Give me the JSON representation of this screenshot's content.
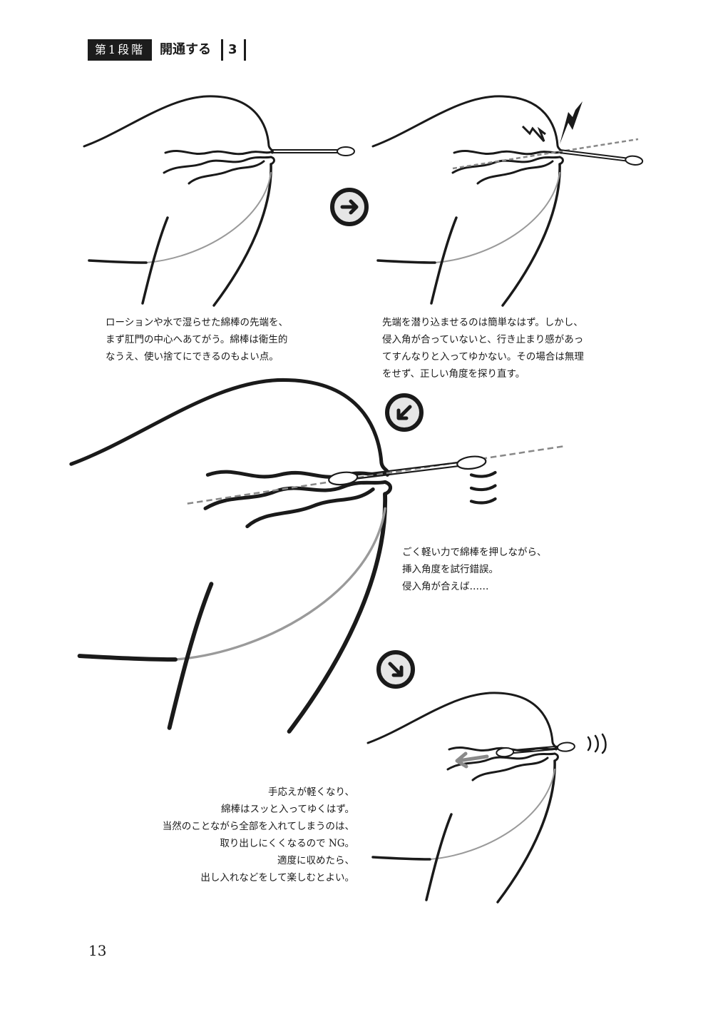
{
  "header": {
    "stage": "第1段階",
    "title": "開通する",
    "number": "3"
  },
  "captions": [
    {
      "lines": [
        "ローションや水で湿らせた綿棒の先端を、",
        "まず肛門の中心へあてがう。綿棒は衛生的",
        "なうえ、使い捨てにできるのもよい点。"
      ]
    },
    {
      "lines": [
        "先端を潜り込ませるのは簡単なはず。しかし、",
        "侵入角が合っていないと、行き止まり感があっ",
        "てすんなりと入ってゆかない。その場合は無理",
        "をせず、正しい角度を探り直す。"
      ]
    },
    {
      "lines": [
        "ごく軽い力で綿棒を押しながら、",
        "挿入角度を試行錯誤。",
        "侵入角が合えば……"
      ]
    },
    {
      "lines": [
        "手応えが軽くなり、",
        "綿棒はスッと入ってゆくはず。",
        "当然のことながら全部を入れてしまうのは、",
        "取り出しにくくなるので NG。",
        "適度に収めたら、",
        "出し入れなどをして楽しむとよい。"
      ]
    }
  ],
  "page_number": "13",
  "colors": {
    "ink": "#1a1a1a",
    "gray_line": "#9a9a9a",
    "arrow_bg": "#e6e6e6",
    "dashed": "#888888"
  }
}
